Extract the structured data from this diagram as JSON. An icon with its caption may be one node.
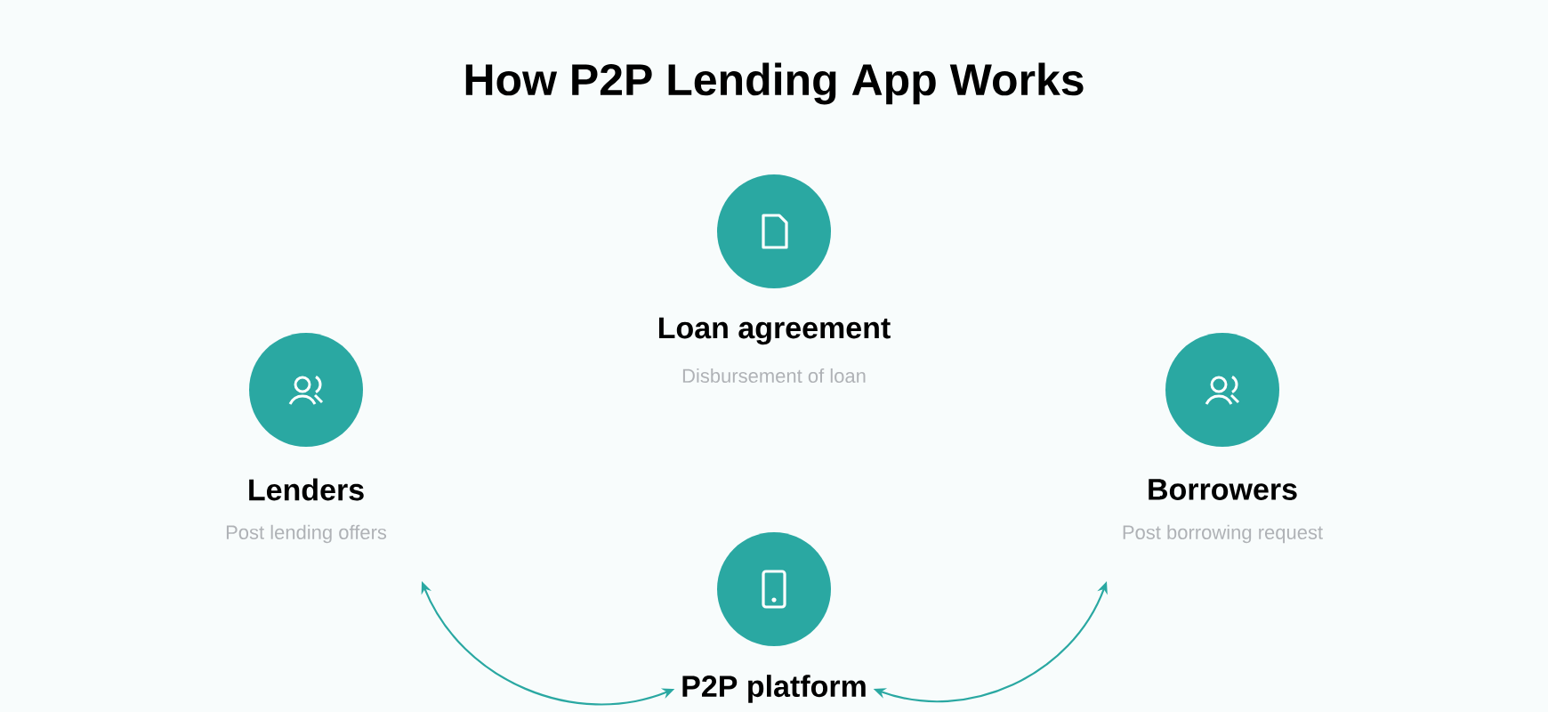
{
  "diagram": {
    "title": "How P2P Lending App Works",
    "nodes": [
      {
        "text": [
          "Loan agreement",
          "Disbursement of loan"
        ]
      },
      {
        "text": [
          "Lenders",
          "Post lending offers"
        ]
      },
      {
        "text": [
          "Borrowers",
          "Post borrowing request"
        ]
      },
      {
        "text": [
          "P2P platform"
        ]
      }
    ],
    "edges": [
      {
        "from": 1,
        "to": 3,
        "arrow": "both"
      },
      {
        "from": 3,
        "to": 2,
        "arrow": "both"
      }
    ]
  }
}
